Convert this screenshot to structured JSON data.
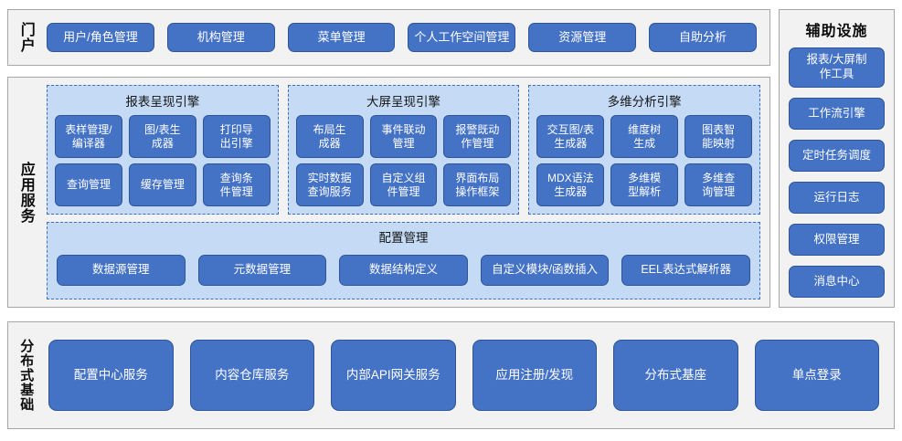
{
  "colors": {
    "button_fill": "#4472C4",
    "button_border": "#2F5597",
    "group_fill": "#C5DAF5",
    "group_border": "#3E6FC4",
    "panel_fill": "#F2F2F2",
    "panel_border": "#A6A6A6",
    "text_dark": "#0D0D0D"
  },
  "portal": {
    "label": "门户",
    "items": [
      {
        "label": "用户/角色管理"
      },
      {
        "label": "机构管理"
      },
      {
        "label": "菜单管理"
      },
      {
        "label": "个人工作空间管理"
      },
      {
        "label": "资源管理"
      },
      {
        "label": "自助分析"
      }
    ]
  },
  "app_services": {
    "label": "应用服务",
    "engines": [
      {
        "title": "报表呈现引擎",
        "items": [
          {
            "label": "表样管理/\n编译器"
          },
          {
            "label": "图/表生\n成器"
          },
          {
            "label": "打印导\n出引擎"
          },
          {
            "label": "查询管理"
          },
          {
            "label": "缓存管理"
          },
          {
            "label": "查询条\n件管理"
          }
        ]
      },
      {
        "title": "大屏呈现引擎",
        "items": [
          {
            "label": "布局生\n成器"
          },
          {
            "label": "事件联动\n管理"
          },
          {
            "label": "报警既动\n作管理"
          },
          {
            "label": "实时数据\n查询服务"
          },
          {
            "label": "自定义组\n件管理"
          },
          {
            "label": "界面布局\n操作框架"
          }
        ]
      },
      {
        "title": "多维分析引擎",
        "items": [
          {
            "label": "交互图/表\n生成器"
          },
          {
            "label": "维度树\n生成"
          },
          {
            "label": "图表智\n能映射"
          },
          {
            "label": "MDX语法\n生成器"
          },
          {
            "label": "多维模\n型解析"
          },
          {
            "label": "多维查\n询管理"
          }
        ]
      }
    ],
    "config": {
      "title": "配置管理",
      "items": [
        {
          "label": "数据源管理"
        },
        {
          "label": "元数据管理"
        },
        {
          "label": "数据结构定义"
        },
        {
          "label": "自定义模块/函数插入"
        },
        {
          "label": "EEL表达式解析器"
        }
      ]
    }
  },
  "aux": {
    "title": "辅助设施",
    "items": [
      {
        "label": "报表/大屏制\n作工具",
        "tall": true
      },
      {
        "label": "工作流引擎",
        "tall": false
      },
      {
        "label": "定时任务调度",
        "tall": false
      },
      {
        "label": "运行日志",
        "tall": false
      },
      {
        "label": "权限管理",
        "tall": false
      },
      {
        "label": "消息中心",
        "tall": false
      }
    ]
  },
  "distributed": {
    "label": "分布式基础",
    "items": [
      {
        "label": "配置中心服务"
      },
      {
        "label": "内容仓库服务"
      },
      {
        "label": "内部API网关服务"
      },
      {
        "label": "应用注册/发现"
      },
      {
        "label": "分布式基座"
      },
      {
        "label": "单点登录"
      }
    ]
  }
}
